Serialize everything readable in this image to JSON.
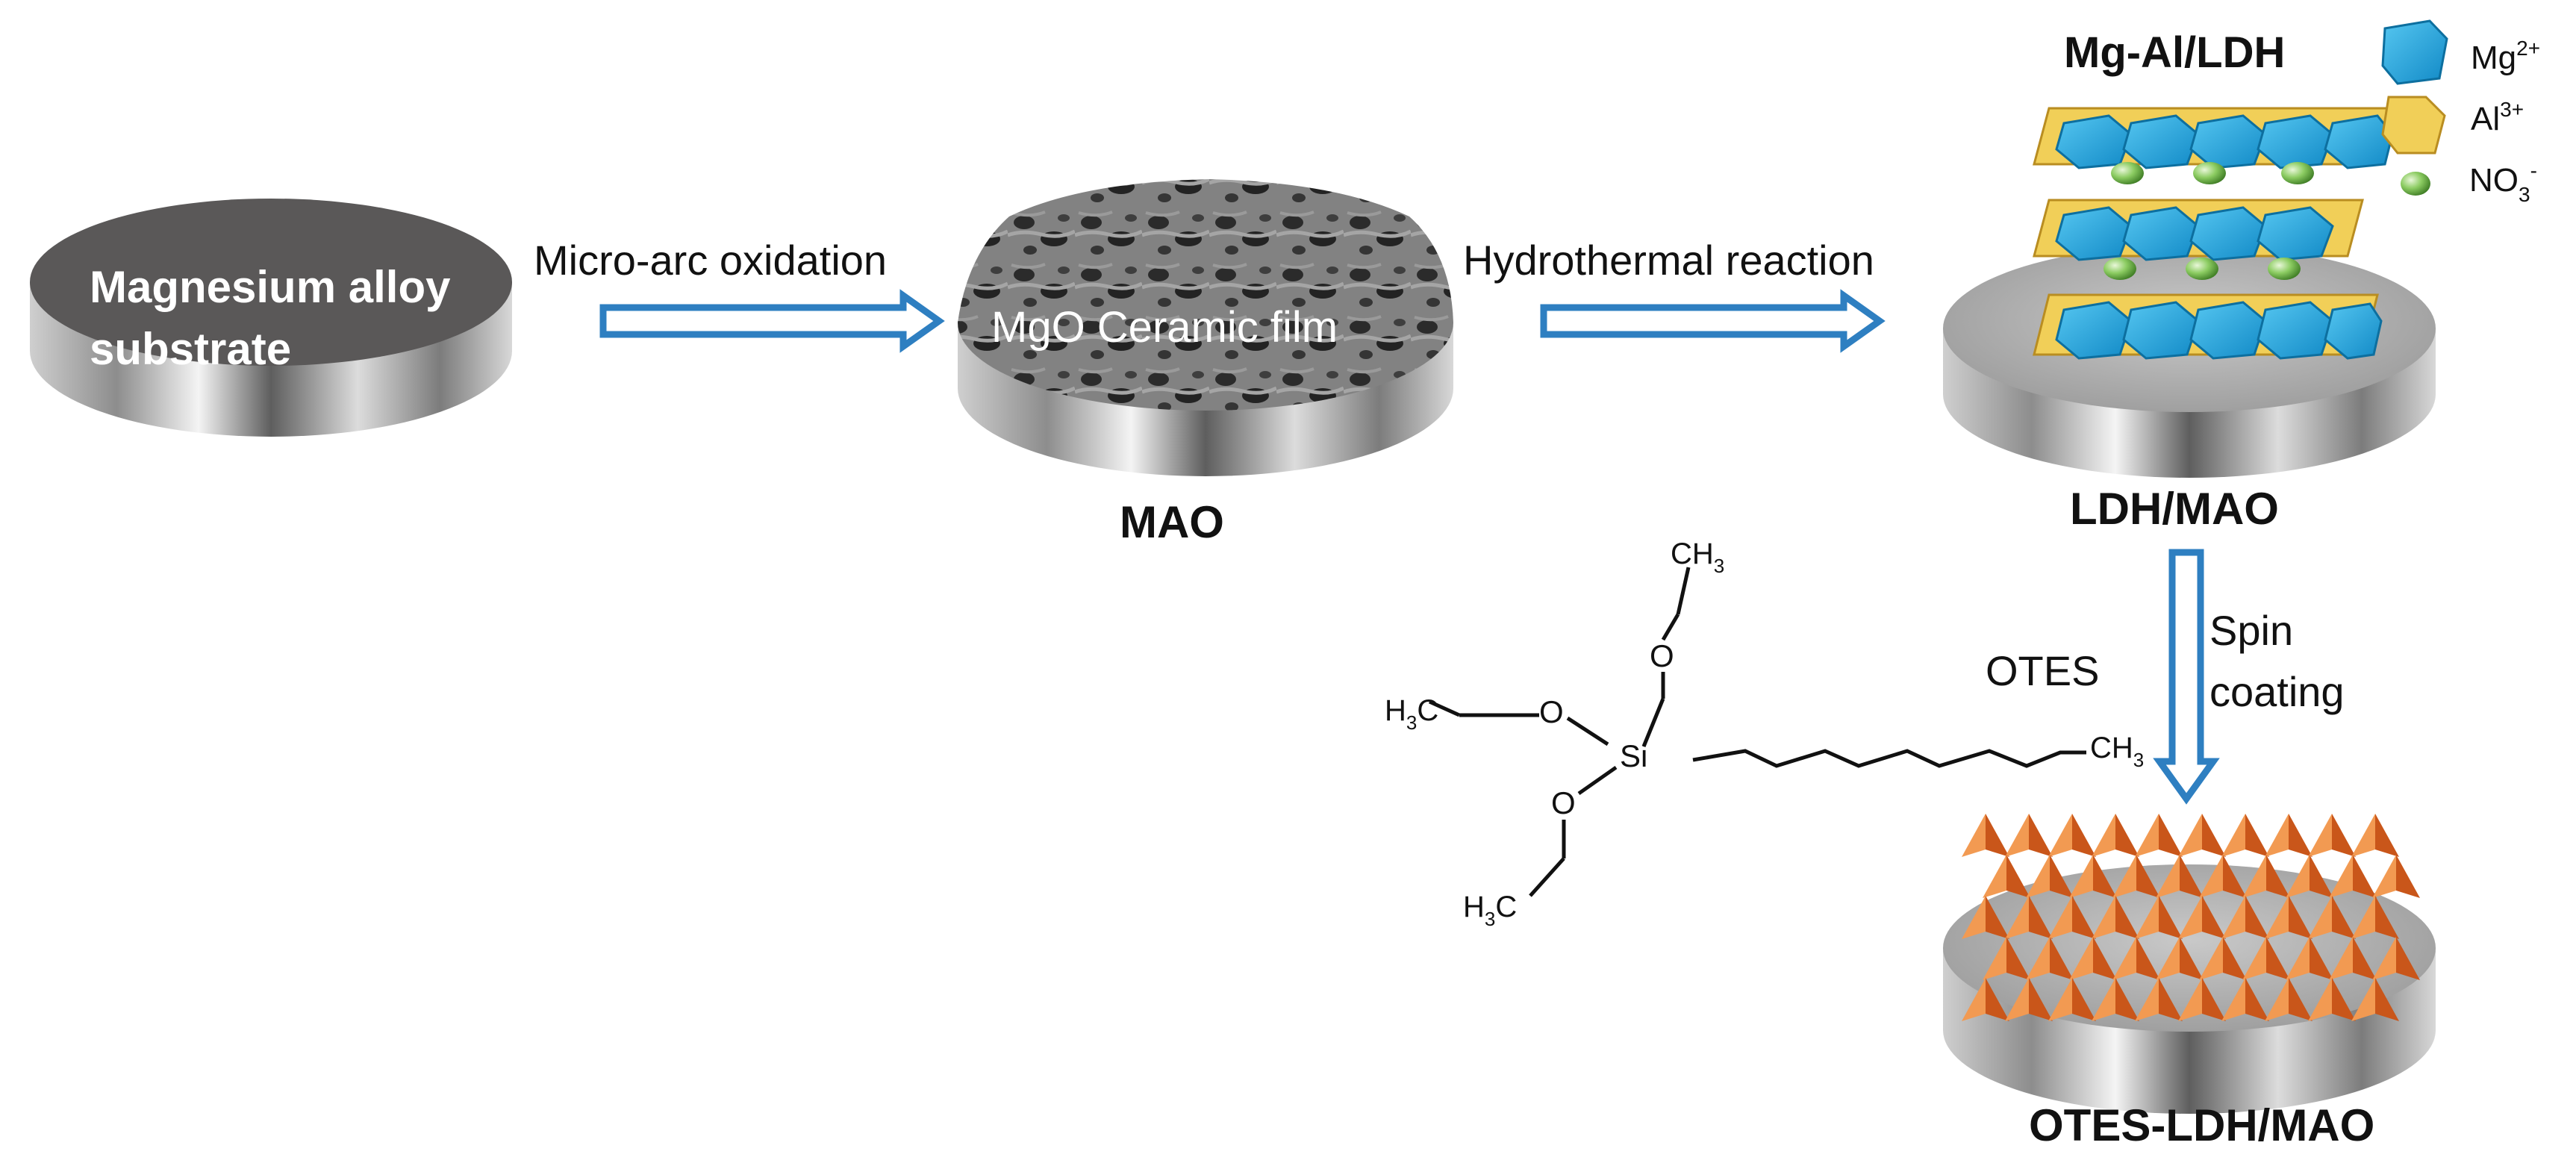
{
  "substrate": {
    "line1": "Magnesium alloy",
    "line2": "substrate"
  },
  "steps": {
    "step1": "Micro-arc oxidation",
    "step2": "Hydrothermal reaction",
    "step3_line1": "Spin",
    "step3_line2": "coating"
  },
  "mao": {
    "film_label": "MgO Ceramic film",
    "caption": "MAO"
  },
  "ldh": {
    "title": "Mg-Al/LDH",
    "caption": "LDH/MAO"
  },
  "legend": {
    "mg": {
      "base": "Mg",
      "sup": "2+"
    },
    "al": {
      "base": "Al",
      "sup": "3+"
    },
    "no3": {
      "base": "NO",
      "sub": "3",
      "sup": "-"
    }
  },
  "otes": {
    "label": "OTES",
    "atoms": {
      "si": "Si",
      "o": "O",
      "ch3": {
        "base": "CH",
        "sub": "3"
      },
      "h3c": {
        "h": "H",
        "sub": "3",
        "c": "C"
      }
    }
  },
  "final": {
    "caption": "OTES-LDH/MAO"
  },
  "colors": {
    "arrow_blue": "#2e7fc1",
    "substrate_dark": "#5a5858",
    "mg_blue": "#1ea9e1",
    "al_yellow": "#f1cf58",
    "no3_green": "#7fbf55",
    "otes_orange": "#e2762d"
  }
}
